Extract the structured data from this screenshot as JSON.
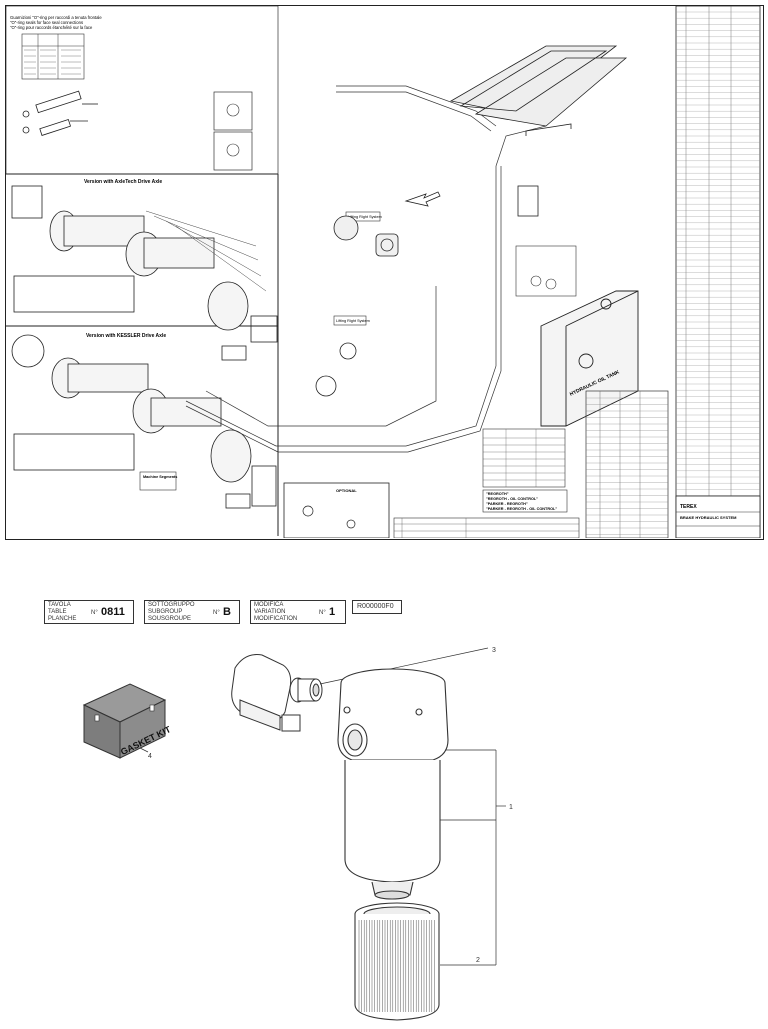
{
  "upper": {
    "notes": [
      "Guarnizioni \"O\"-ring per raccordi a tenuta frontale",
      "\"O\"-ring seals for face seal connections",
      "\"O\"-ring pour raccords étanchéité sur la face"
    ],
    "panel_axletech": "Version with AxleTech Drive Axle",
    "panel_kessler": "Version with KESSLER Drive Axle",
    "callouts": {
      "lifting_right": "Lifting Right System",
      "lifting_left": "Lifting Right System",
      "optional": "OPTIONAL",
      "hydraulic_oil_tank": "HYDRAULIC OIL TANK",
      "machine_segments": "Machine Segments",
      "filter_options": [
        "\"REGROTH\"",
        "\"REGROTH - OIL CONTROL\"",
        "\"PARKER - REGROTH\"",
        "\"PARKER - REGROTH - OIL CONTROL\""
      ]
    },
    "title_block": {
      "title": "BRAKE HYDRAULIC SYSTEM",
      "company": "TEREX"
    }
  },
  "lower": {
    "table_labels": [
      "TAVOLA",
      "TABLE",
      "PLANCHE"
    ],
    "table_no_label": "N°",
    "table_value": "0811",
    "subgroup_labels": [
      "SOTTOGRUPPO",
      "SUBGROUP",
      "SOUSGROUPE"
    ],
    "subgroup_no_label": "N°",
    "subgroup_value": "B",
    "mod_labels": [
      "MODIFICA",
      "VARIATION",
      "MODIFICATION"
    ],
    "mod_no_label": "N°",
    "mod_value": "1",
    "drawing_id": "R000000F0",
    "gasket_label": "GASKET KIT",
    "callout_numbers": [
      "3",
      "1",
      "2",
      "4"
    ]
  }
}
